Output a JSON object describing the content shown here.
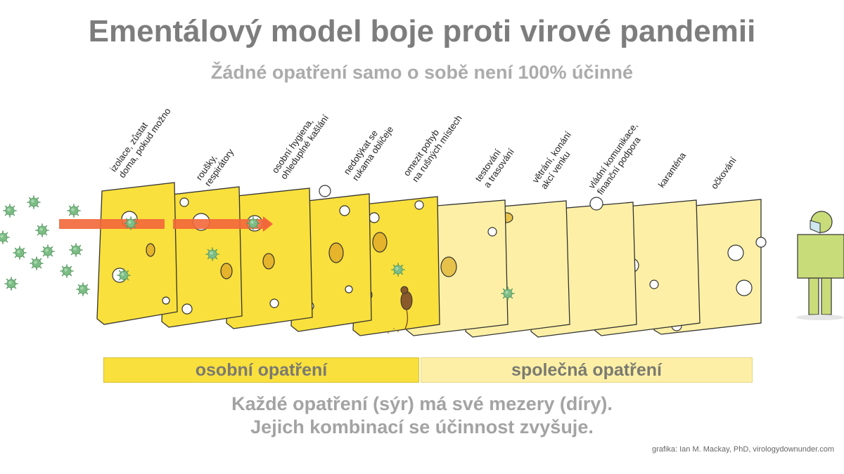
{
  "title": "Ementálový model boje proti virové pandemii",
  "subtitle": "Žádné opatření samo o sobě není 100% účinné",
  "layers": [
    {
      "label": "izolace, zůstat\ndoma, pokud možno",
      "group": "personal"
    },
    {
      "label": "roušky,\nrespirátory",
      "group": "personal"
    },
    {
      "label": "osobní hygiena,\nohleduplné kašlání",
      "group": "personal"
    },
    {
      "label": "nedotýkat se\nrukama obličeje",
      "group": "personal"
    },
    {
      "label": "omezit pohyb\nna rušných místech",
      "group": "personal"
    },
    {
      "label": "testování\na trasování",
      "group": "social"
    },
    {
      "label": "větrání, konání\nakcí venku",
      "group": "social"
    },
    {
      "label": "vládní komunikace,\nfinanční podpora",
      "group": "social"
    },
    {
      "label": "karanténa",
      "group": "social"
    },
    {
      "label": "očkování",
      "group": "social"
    }
  ],
  "groups": {
    "personal": "osobní opatření",
    "social": "společná opatření"
  },
  "caption": {
    "line1": "Každé opatření (sýr) má své mezery (díry).",
    "line2": "Jejich kombinací se účinnost zvyšuje."
  },
  "credit": "grafika: Ian M. Mackay, PhD, virologydownunder.com",
  "colors": {
    "personal_cheese": "#f9e03c",
    "social_cheese": "#fdf0a6",
    "virus": "#6fb27a",
    "arrow": "#f2673a",
    "person": "#c8dc7a"
  }
}
